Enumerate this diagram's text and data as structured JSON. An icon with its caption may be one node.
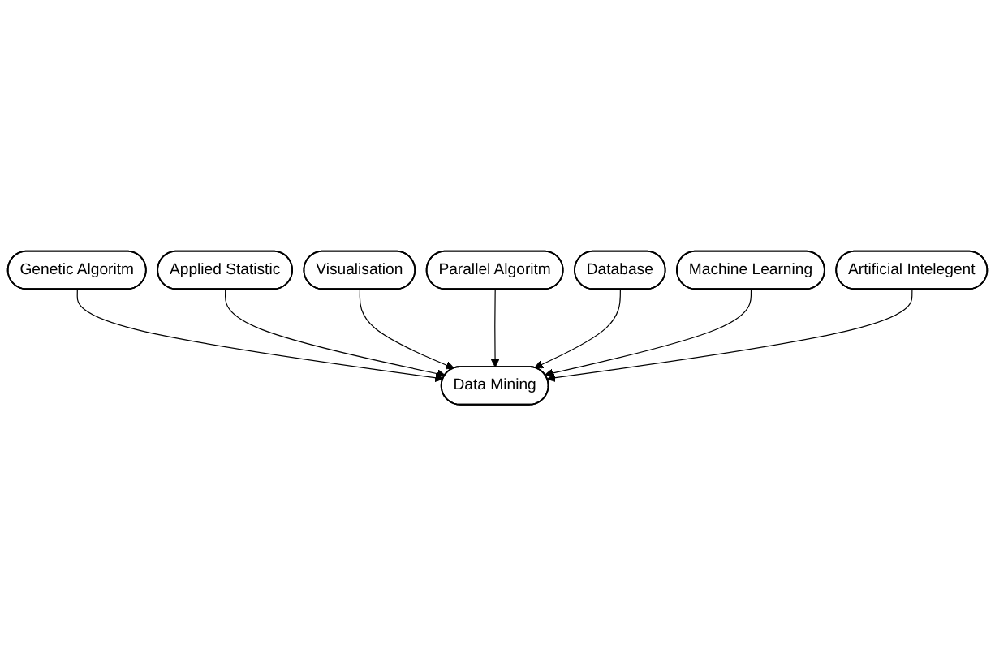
{
  "diagram": {
    "nodes": [
      {
        "text": [
          "Applied Statistic"
        ]
      },
      {
        "text": [
          "Genetic Algoritm"
        ]
      },
      {
        "text": [
          "Visualisation"
        ]
      },
      {
        "text": [
          "Parallel Algoritm"
        ]
      },
      {
        "text": [
          "Data Mining"
        ]
      },
      {
        "text": [
          "Database"
        ]
      },
      {
        "text": [
          "Machine Learning"
        ]
      },
      {
        "text": [
          "Artificial Intelegent"
        ]
      }
    ],
    "edges": [
      {
        "from": 1,
        "to": 4,
        "arrow": "to"
      },
      {
        "from": 0,
        "to": 4,
        "arrow": "to"
      },
      {
        "from": 2,
        "to": 4,
        "arrow": "to"
      },
      {
        "from": 3,
        "to": 4,
        "arrow": "to"
      },
      {
        "from": 5,
        "to": 4,
        "arrow": "to"
      },
      {
        "from": 6,
        "to": 4,
        "arrow": "to"
      },
      {
        "from": 7,
        "to": 4,
        "arrow": "to"
      }
    ]
  }
}
